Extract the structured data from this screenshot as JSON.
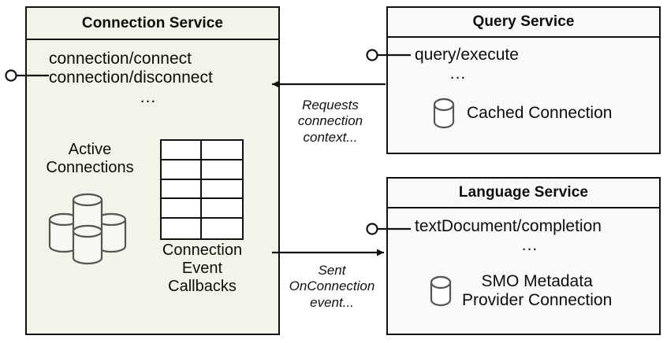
{
  "diagram": {
    "type": "component-diagram",
    "background": "#ffffff",
    "palette": {
      "connection_service_fill": "#f2f4e9",
      "service_fill": "#f8f9fb",
      "stroke": "#111111",
      "icon_stroke": "#555555",
      "text": "#0d0d0d"
    }
  },
  "connection_service": {
    "title": "Connection Service",
    "interfaces": [
      "connection/connect",
      "connection/disconnect"
    ],
    "ellipsis": "...",
    "active_connections_label_line1": "Active",
    "active_connections_label_line2": "Connections",
    "callbacks_label_line1": "Connection",
    "callbacks_label_line2": "Event",
    "callbacks_label_line3": "Callbacks",
    "db_cluster_icon": "database-cluster-icon",
    "table_icon": "table-grid-icon",
    "table_rows": 5,
    "table_cols": 2,
    "lollipop_icon": "provided-interface-lollipop-icon"
  },
  "query_service": {
    "title": "Query Service",
    "interfaces": [
      "query/execute"
    ],
    "ellipsis": "...",
    "resource_label": "Cached Connection",
    "db_icon": "database-cylinder-icon",
    "lollipop_icon": "provided-interface-lollipop-icon"
  },
  "language_service": {
    "title": "Language Service",
    "interfaces": [
      "textDocument/completion"
    ],
    "ellipsis": "...",
    "resource_label_line1": "SMO Metadata",
    "resource_label_line2": "Provider Connection",
    "db_icon": "database-cylinder-icon",
    "lollipop_icon": "provided-interface-lollipop-icon"
  },
  "edges": [
    {
      "id": "query-to-connection",
      "from": "query_service",
      "to": "connection_service",
      "direction": "left",
      "label_line1": "Requests",
      "label_line2": "connection",
      "label_line3": "context..."
    },
    {
      "id": "connection-to-language",
      "from": "connection_service",
      "to": "language_service",
      "direction": "right",
      "label_line1": "Sent",
      "label_line2": "OnConnection",
      "label_line3": "event..."
    }
  ]
}
